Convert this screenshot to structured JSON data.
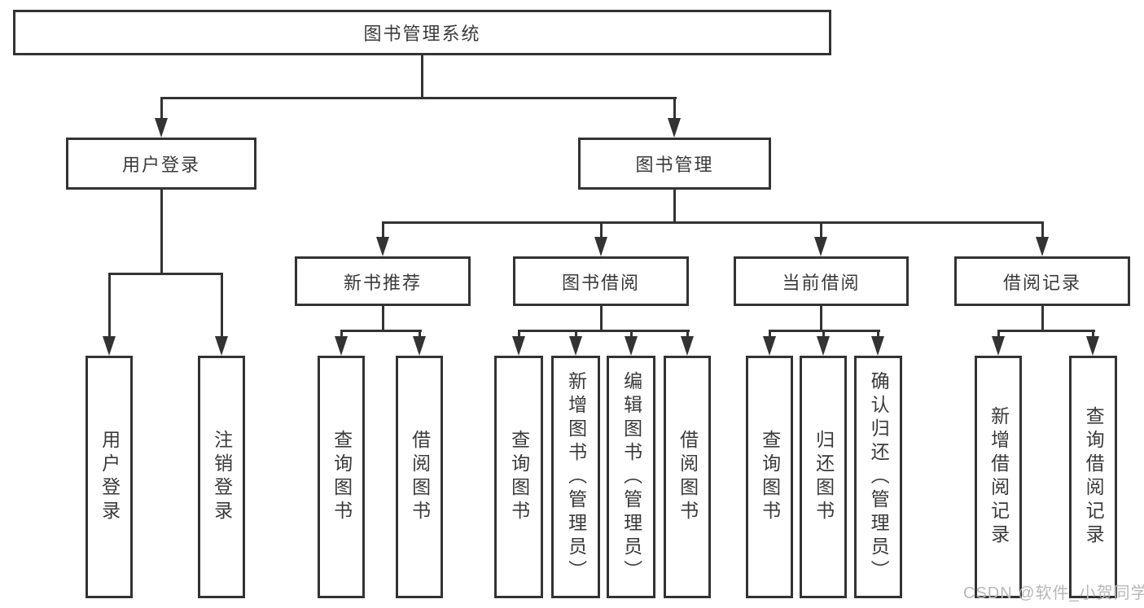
{
  "diagram": {
    "root": {
      "label": "图书管理系统"
    },
    "level2": [
      {
        "label": "用户登录"
      },
      {
        "label": "图书管理"
      }
    ],
    "level3": [
      {
        "label": "新书推荐"
      },
      {
        "label": "图书借阅"
      },
      {
        "label": "当前借阅"
      },
      {
        "label": "借阅记录"
      }
    ],
    "leaves": {
      "user_login": [
        "用户登录",
        "注销登录"
      ],
      "new_book_recommend": [
        "查询图书",
        "借阅图书"
      ],
      "book_borrow": [
        "查询图书",
        "新增图书（管理员）",
        "编辑图书（管理员）",
        "借阅图书"
      ],
      "current_borrow": [
        "查询图书",
        "归还图书",
        "确认归还（管理员）"
      ],
      "borrow_record": [
        "新增借阅记录",
        "查询借阅记录"
      ]
    },
    "watermark": "CSDN @软件_小贺同学",
    "colors": {
      "line": "#333333",
      "text": "#3a3a3a",
      "background": "#ffffff",
      "watermark": "#b8b8b8"
    }
  }
}
